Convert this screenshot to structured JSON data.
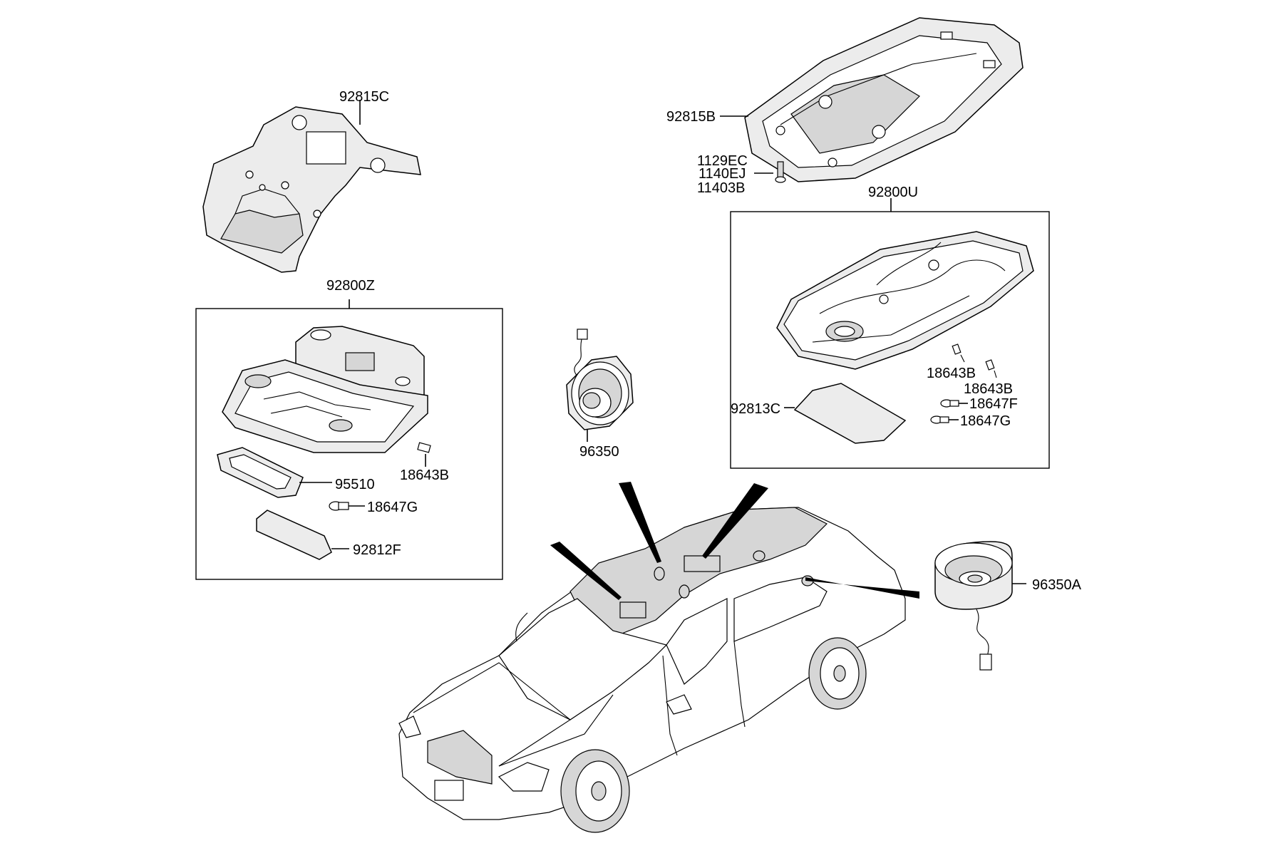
{
  "diagram": {
    "labels": {
      "p92815C": "92815C",
      "p92815B": "92815B",
      "p1129EC": "1129EC",
      "p1140EJ": "1140EJ",
      "p11403B": "11403B",
      "p92800U": "92800U",
      "p92800Z": "92800Z",
      "p18643B_u1": "18643B",
      "p18643B_u2": "18643B",
      "p18647F_u": "18647F",
      "p18647G_u": "18647G",
      "p92813C": "92813C",
      "p96350": "96350",
      "p18643B_z": "18643B",
      "p95510": "95510",
      "p18647G_z": "18647G",
      "p92812F": "92812F",
      "p96350A": "96350A"
    }
  }
}
